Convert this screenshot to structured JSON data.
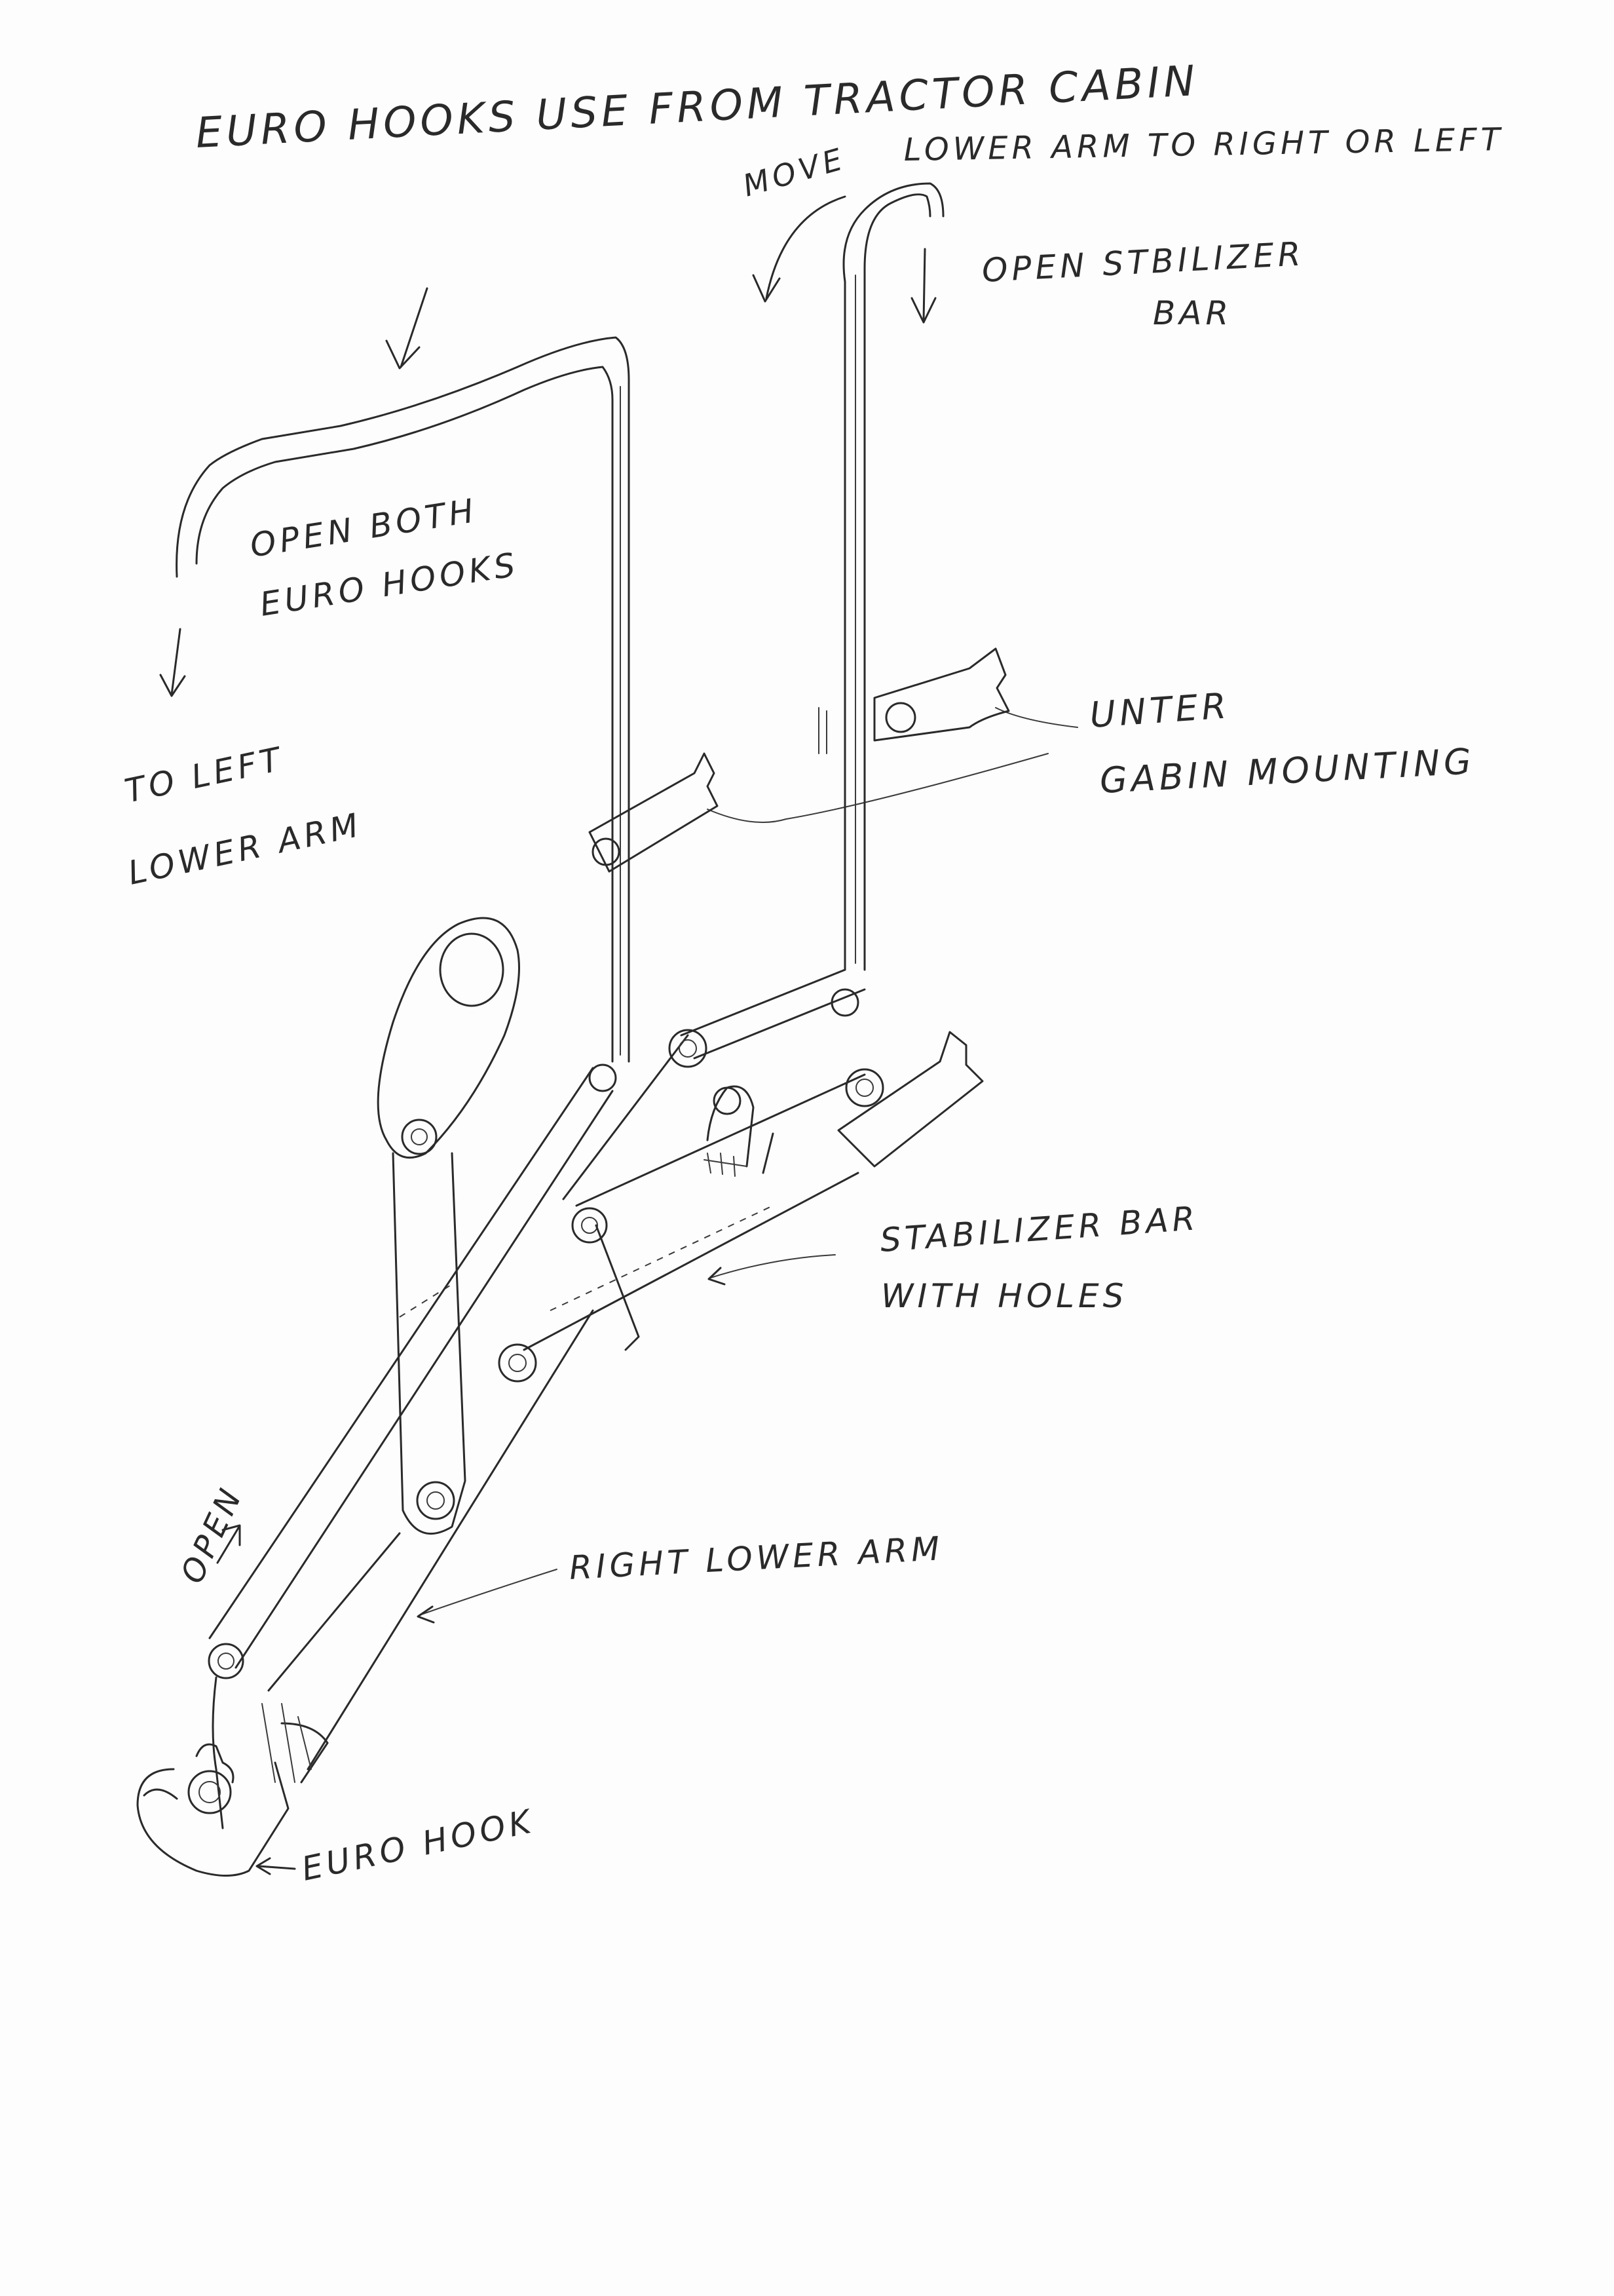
{
  "title": "EURO HOOKS USE FROM TRACTOR CABIN",
  "labels": {
    "move": "MOVE",
    "move_lower_arm": "LOWER ARM TO RIGHT OR LEFT",
    "open_stabilizer_1": "OPEN STBILIZER",
    "open_stabilizer_2": "BAR",
    "open_both_1": "OPEN BOTH",
    "open_both_2": "EURO HOOKS",
    "to_left_1": "TO LEFT",
    "to_left_2": "LOWER ARM",
    "under_cabin_1": "UNTER",
    "under_cabin_2": "GABIN MOUNTING",
    "stabilizer_holes_1": "STABILIZER BAR",
    "stabilizer_holes_2": "WITH HOLES",
    "open": "OPEN",
    "right_lower_arm": "RIGHT LOWER ARM",
    "euro_hook": "EURO HOOK"
  }
}
